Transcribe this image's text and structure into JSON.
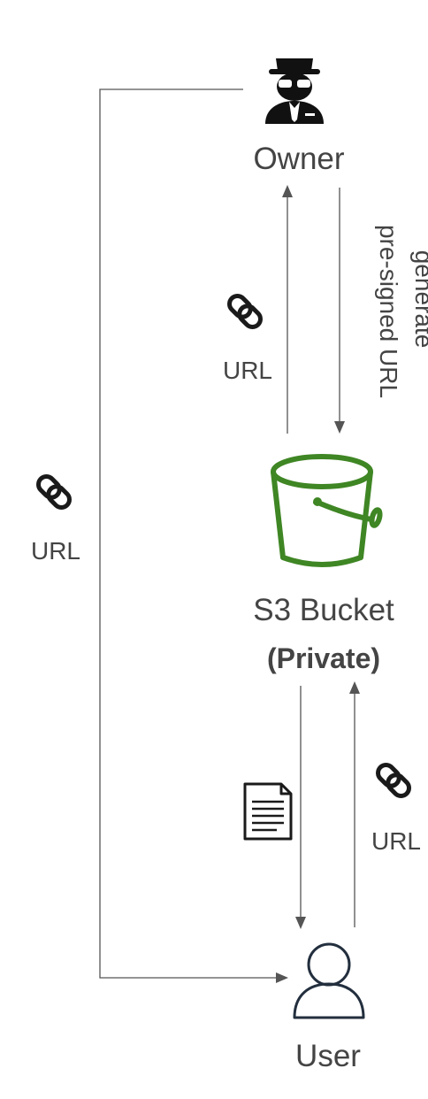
{
  "nodes": {
    "owner": {
      "label": "Owner"
    },
    "bucket": {
      "label": "S3 Bucket",
      "sublabel": "(Private)",
      "color": "#3f8624"
    },
    "user": {
      "label": "User"
    }
  },
  "edges": {
    "owner_to_bucket": {
      "label_line1": "generate",
      "label_line2": "pre-signed URL"
    },
    "bucket_to_owner": {
      "label": "URL",
      "icon": "link-icon"
    },
    "owner_to_user": {
      "label": "URL",
      "icon": "link-icon"
    },
    "bucket_to_user": {
      "icon": "document-icon"
    },
    "user_to_bucket": {
      "label": "URL",
      "icon": "link-icon"
    }
  }
}
